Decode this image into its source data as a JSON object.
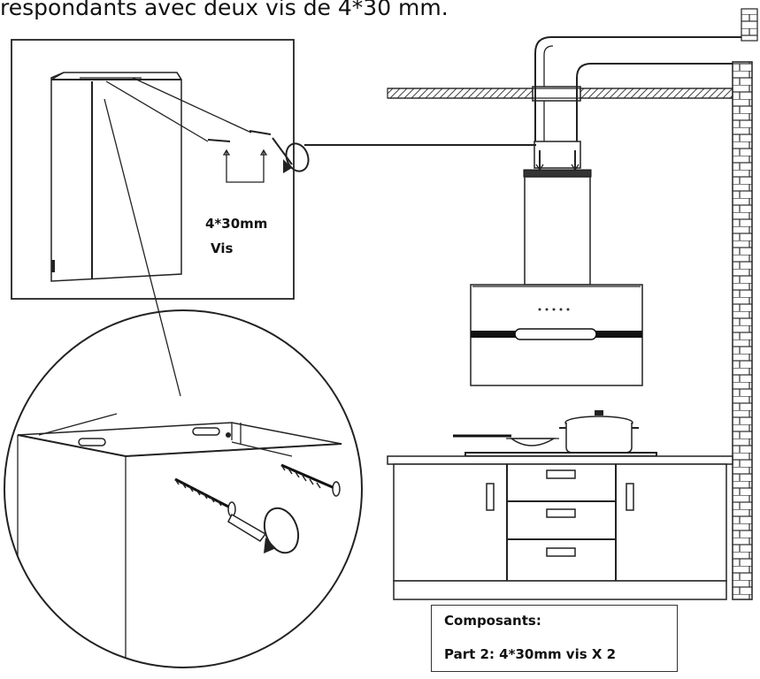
{
  "caption": "respondants avec deux vis de 4*30 mm.",
  "inset_label_size": "4*30mm",
  "inset_label_part": "Vis",
  "legend": {
    "title": "Composants:",
    "item": "Part 2:  4*30mm vis X 2"
  }
}
